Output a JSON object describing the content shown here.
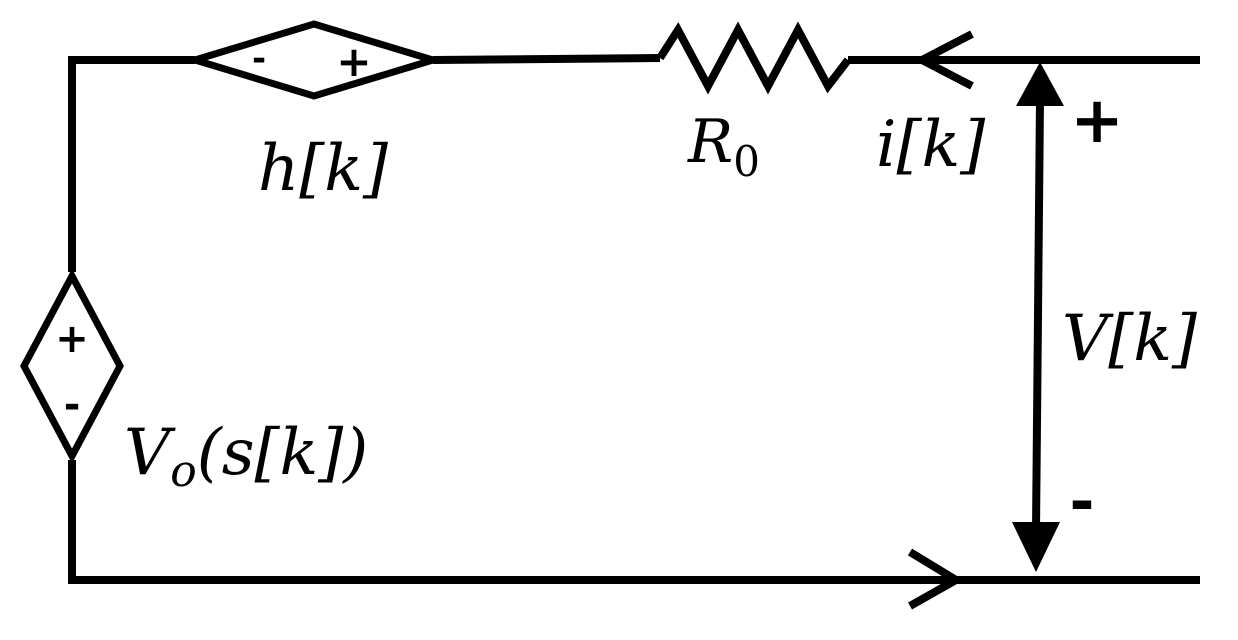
{
  "diagram": {
    "labels": {
      "current_source": "h[k]",
      "resistor": "R",
      "resistor_subscript": "0",
      "current": "i[k]",
      "voltage": "V[k]",
      "voltage_source": "V",
      "voltage_source_subscript": "o",
      "voltage_source_arg": "(s[k])"
    },
    "signs": {
      "terminal_plus": "+",
      "terminal_minus": "-",
      "current_source_minus": "-",
      "current_source_plus": "+",
      "voltage_source_plus": "+",
      "voltage_source_minus": "-"
    }
  }
}
